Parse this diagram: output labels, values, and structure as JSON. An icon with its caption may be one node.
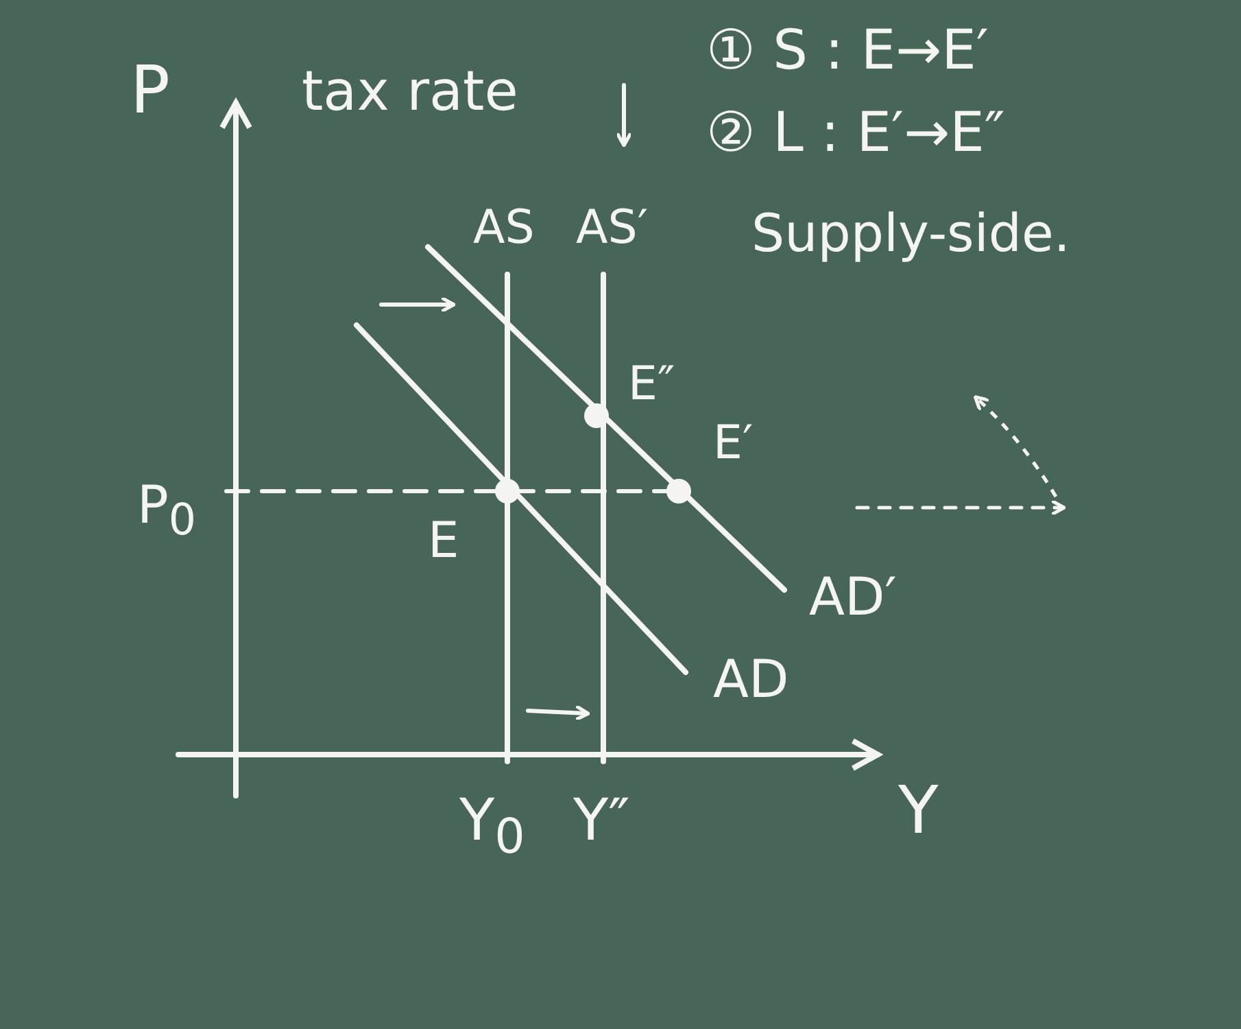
{
  "diagram": {
    "labels": [
      "P",
      "tax rate",
      "① S : E→E′",
      "② L : E′→E″",
      "AS",
      "AS′",
      "Supply-side.",
      "E″",
      "E′",
      "P$_{0}$",
      "E",
      "AD′",
      "AD",
      "Y$_{0}$",
      "Y″",
      "Y"
    ]
  }
}
